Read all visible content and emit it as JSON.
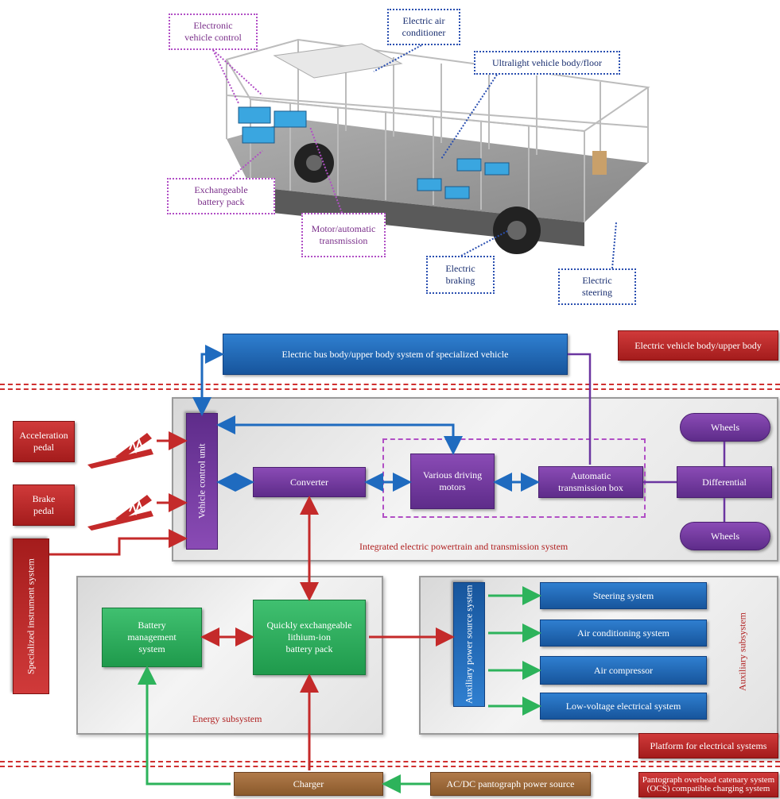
{
  "callouts": {
    "electronic_vehicle_control": "Electronic\nvehicle control",
    "electric_air_conditioner": "Electric air\nconditioner",
    "ultralight_body": "Ultralight vehicle body/floor",
    "exchangeable_battery": "Exchangeable\nbattery pack",
    "motor_transmission": "Motor/automatic\ntransmission",
    "electric_braking": "Electric\nbraking",
    "electric_steering": "Electric\nsteering"
  },
  "diagram": {
    "bus_body_system": "Electric bus body/upper body system of specialized vehicle",
    "ev_body_label": "Electric vehicle body/upper body",
    "acceleration_pedal": "Acceleration\npedal",
    "brake_pedal": "Brake\npedal",
    "specialized_instrument": "Specialized instrument system",
    "vehicle_control_unit": "Vehicle control unit",
    "converter": "Converter",
    "driving_motors": "Various driving\nmotors",
    "transmission_box": "Automatic\ntransmission box",
    "differential": "Differential",
    "wheels_top": "Wheels",
    "wheels_bottom": "Wheels",
    "powertrain_caption": "Integrated electric powertrain and transmission system",
    "battery_management": "Battery\nmanagement\nsystem",
    "battery_pack": "Quickly exchangeable\nlithium-ion\nbattery pack",
    "energy_caption": "Energy subsystem",
    "auxiliary_power": "Auxiliary power source system",
    "steering_system": "Steering system",
    "air_conditioning": "Air conditioning system",
    "air_compressor": "Air compressor",
    "low_voltage": "Low-voltage electrical system",
    "auxiliary_subsystem": "Auxiliary subsystem",
    "platform_label": "Platform for electrical systems",
    "charger": "Charger",
    "pantograph_source": "AC/DC pantograph power source",
    "pantograph_ocs": "Pantograph overhead catenary system (OCS) compatible charging system"
  },
  "colors": {
    "purple": "#6b35a0",
    "blue": "#1f6bbf",
    "green": "#2db35b",
    "red": "#b52222",
    "brown": "#9a6a3a"
  }
}
